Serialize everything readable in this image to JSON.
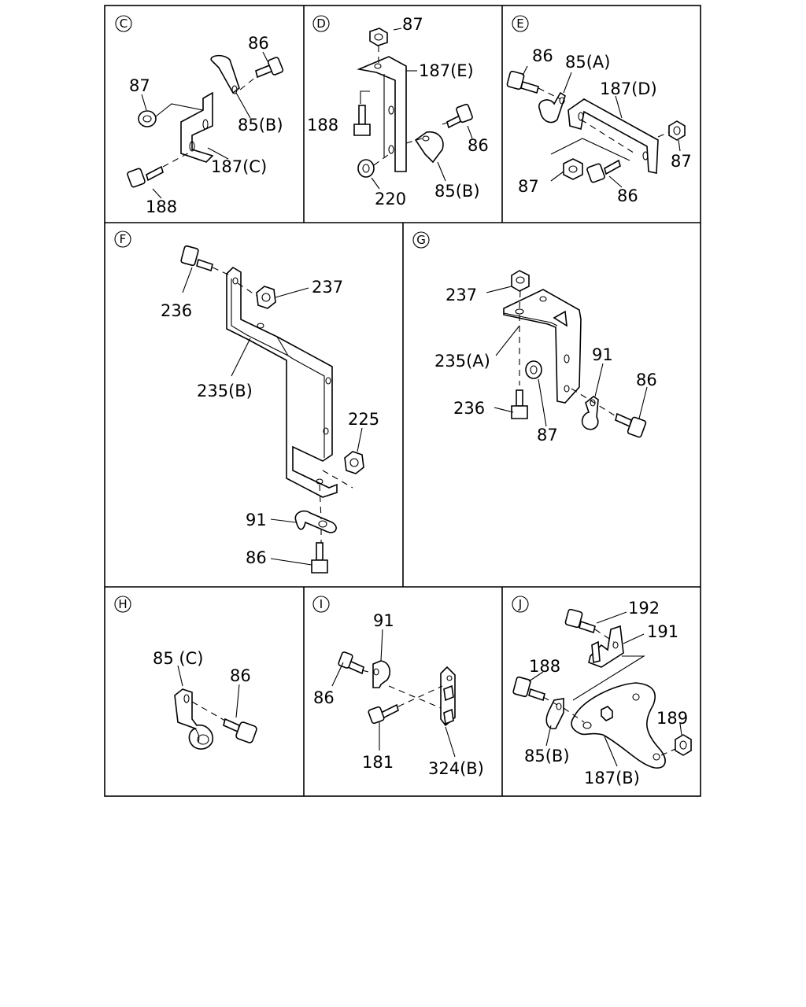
{
  "panels": [
    {
      "id": "C",
      "labels": [
        "86",
        "87",
        "85(B)",
        "187(C)",
        "188"
      ]
    },
    {
      "id": "D",
      "labels": [
        "87",
        "187(E)",
        "188",
        "86",
        "220",
        "85(B)"
      ]
    },
    {
      "id": "E",
      "labels": [
        "86",
        "85(A)",
        "187(D)",
        "87",
        "87",
        "86"
      ]
    },
    {
      "id": "F",
      "labels": [
        "236",
        "237",
        "235(B)",
        "225",
        "91",
        "86"
      ]
    },
    {
      "id": "G",
      "labels": [
        "237",
        "235(A)",
        "91",
        "86",
        "236",
        "87"
      ]
    },
    {
      "id": "H",
      "labels": [
        "85 (C)",
        "86"
      ]
    },
    {
      "id": "I",
      "labels": [
        "91",
        "86",
        "181",
        "324(B)"
      ]
    },
    {
      "id": "J",
      "labels": [
        "192",
        "191",
        "188",
        "189",
        "85(B)",
        "187(B)"
      ]
    }
  ]
}
